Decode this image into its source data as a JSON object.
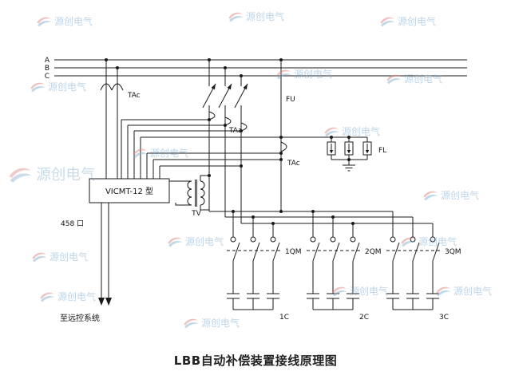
{
  "title": "LBB自动补偿装置接线原理图",
  "watermark": {
    "text": "源创电气"
  },
  "phases": {
    "a": "A",
    "b": "B",
    "c": "C"
  },
  "components": {
    "tac_left": "TAc",
    "fu": "FU",
    "taa": "TAa",
    "tac_mid": "TAc",
    "fl": "FL",
    "controller": "VICMT-12 型",
    "tv": "TV",
    "port": "458 口",
    "remote": "至远控系统"
  },
  "banks": {
    "switches": [
      "1QM",
      "2QM",
      "3QM"
    ],
    "capacitors": [
      "1C",
      "2C",
      "3C"
    ]
  },
  "colors": {
    "line": "#1a1a1a",
    "background": "#ffffff",
    "watermark_text": "#7fa8cc",
    "watermark_red": "#e08585",
    "watermark_blue": "#85aed0"
  }
}
